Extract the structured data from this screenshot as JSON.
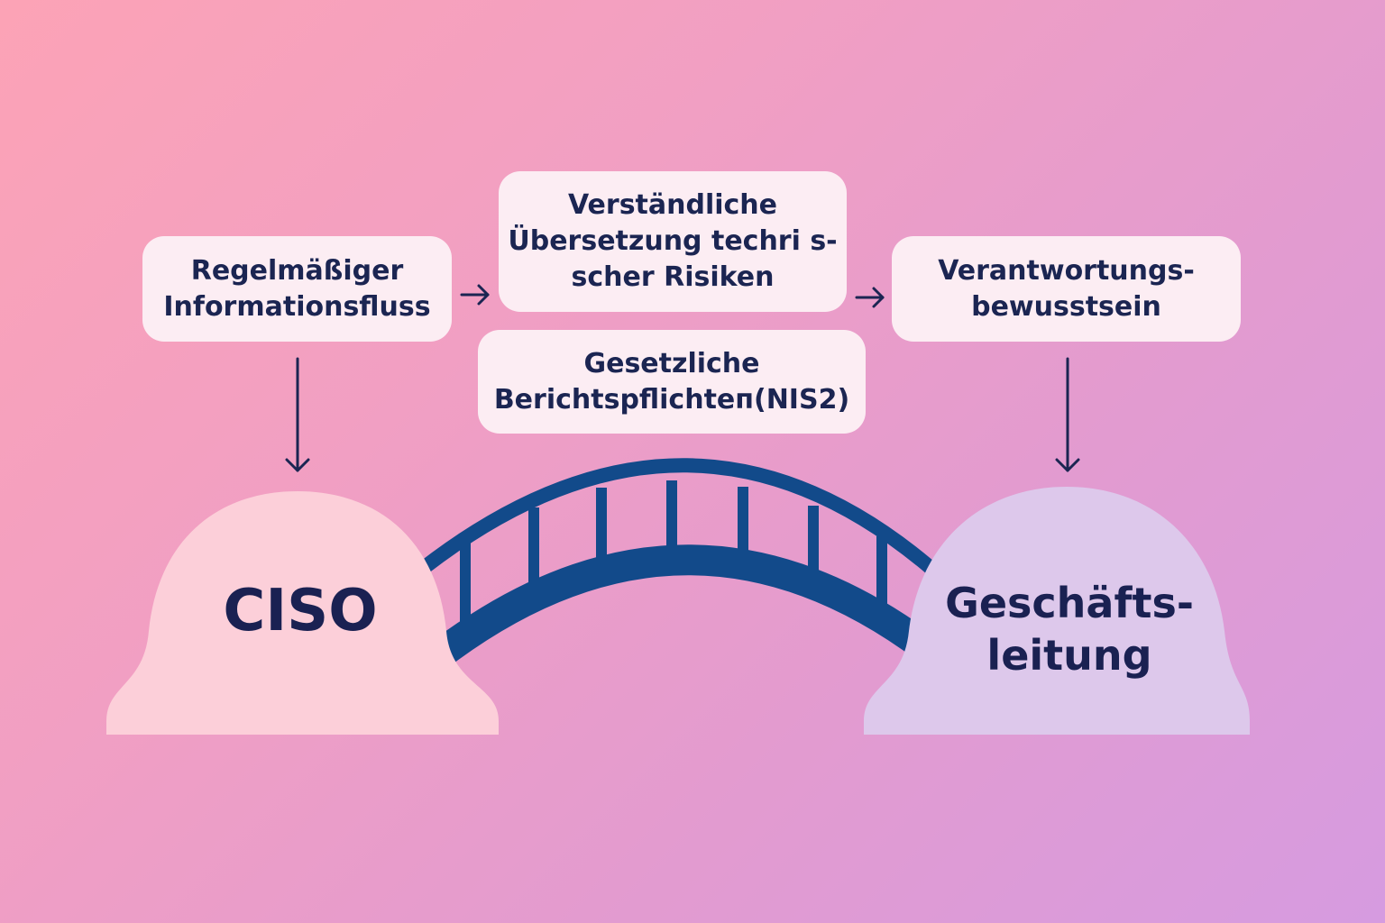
{
  "boxes": {
    "info_flow": [
      "Regelmäßiger",
      "Informationsfluss"
    ],
    "translation": [
      "Verständliche",
      "Übersetzung techri s-",
      "scher Risiken"
    ],
    "legal": [
      "Gesetzliche",
      "Berichtspflichtеп(NIS2)"
    ],
    "responsibility": [
      "Verantwortungs-",
      "bewusstsein"
    ]
  },
  "pillars": {
    "left": [
      "CISO"
    ],
    "right": [
      "Geschäfts-",
      "leitung"
    ]
  },
  "colors": {
    "bridge": "#124a8a",
    "arrow": "#1b2552",
    "box_fill": "#fcedf3",
    "left_pillar": "#fccfd9",
    "right_pillar": "#ddc8eb",
    "text": "#1b2552"
  },
  "icons": {
    "bridge": "arch-bridge-icon",
    "arrows": "arrow-icon"
  }
}
